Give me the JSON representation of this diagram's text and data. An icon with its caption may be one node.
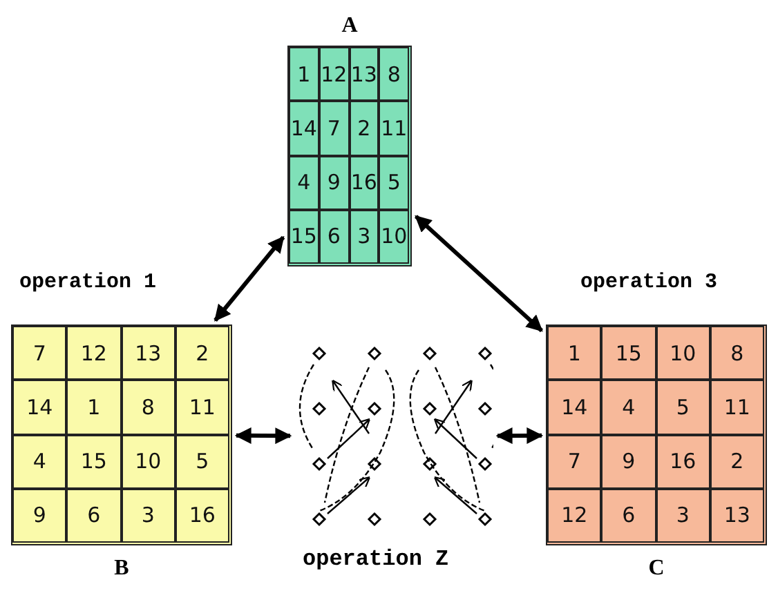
{
  "diagram": {
    "nodes": [
      {
        "text": [
          "A",
          "1",
          "12",
          "13",
          "8",
          "14",
          "7",
          "2",
          "11",
          "4",
          "9",
          "16",
          "5",
          "15",
          "6",
          "3",
          "10"
        ]
      },
      {
        "text": [
          "B",
          "7",
          "12",
          "13",
          "2",
          "14",
          "1",
          "8",
          "11",
          "4",
          "15",
          "10",
          "5",
          "9",
          "6",
          "3",
          "16"
        ]
      },
      {
        "text": [],
        "shape": "picture",
        "beside": [
          "operation Z"
        ]
      },
      {
        "text": [
          "C",
          "1",
          "15",
          "10",
          "8",
          "14",
          "4",
          "5",
          "11",
          "7",
          "9",
          "16",
          "2",
          "12",
          "6",
          "3",
          "13"
        ]
      }
    ],
    "edges": [
      {
        "from": 0,
        "to": 1,
        "arrow": "both",
        "label": "operation 1"
      },
      {
        "from": 0,
        "to": 3,
        "arrow": "both",
        "label": "operation 3"
      },
      {
        "from": 1,
        "to": 2,
        "arrow": "both"
      },
      {
        "from": 2,
        "to": 3,
        "arrow": "both"
      }
    ]
  }
}
